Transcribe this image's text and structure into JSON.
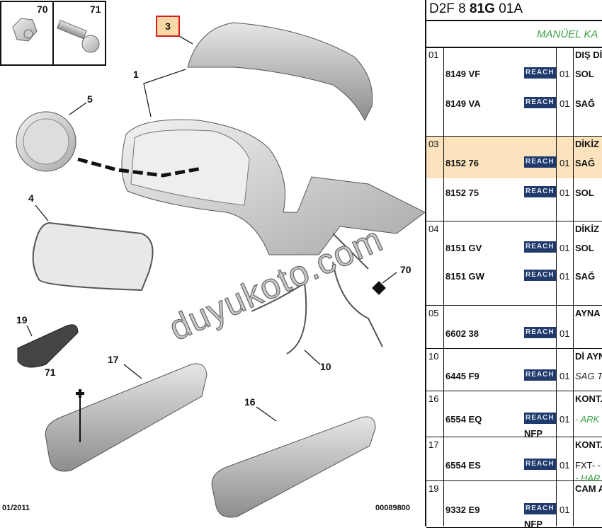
{
  "diagram": {
    "callouts": {
      "c70a": "70",
      "c71a": "71",
      "c3": "3",
      "c1": "1",
      "c5": "5",
      "c4": "4",
      "c19": "19",
      "c17": "17",
      "c71b": "71",
      "c16": "16",
      "c10": "10",
      "c70b": "70"
    },
    "footer_left": "01/2011",
    "footer_right": "00089800",
    "watermark": "duyukoto.com"
  },
  "panel": {
    "title_prefix": "D2F 8 ",
    "title_bold": "81G",
    "title_suffix": " 01A",
    "section": "MANÜEL KA",
    "reach_label": "REACH",
    "groups": [
      {
        "no": "01",
        "desc": "DIŞ Dİ",
        "lines": [
          {
            "part": "8149 VF",
            "qty": "01",
            "desc": "SOL"
          },
          {
            "part": "8149 VA",
            "qty": "01",
            "desc": "SAĞ"
          }
        ]
      },
      {
        "no": "03",
        "desc": "DİKİZ .",
        "highlight": true,
        "lines": [
          {
            "part": "8152 76",
            "qty": "01",
            "desc": "SAĞ"
          },
          {
            "part": "8152 75",
            "qty": "01",
            "desc": "SOL"
          }
        ]
      },
      {
        "no": "04",
        "desc": "DİKİZ .",
        "lines": [
          {
            "part": "8151 GV",
            "qty": "01",
            "desc": "SOL"
          },
          {
            "part": "8151 GW",
            "qty": "01",
            "desc": "SAĞ"
          }
        ]
      },
      {
        "no": "05",
        "desc": "AYNA",
        "lines": [
          {
            "part": "6602 38",
            "qty": "01",
            "desc": ""
          }
        ]
      },
      {
        "no": "10",
        "desc": "Dİ AYN",
        "lines": [
          {
            "part": "6445 F9",
            "qty": "01",
            "desc": "SAG T",
            "style": "it"
          }
        ]
      },
      {
        "no": "16",
        "desc": "KONT.",
        "lines": [
          {
            "part": "6554 EQ",
            "qty": "01",
            "desc": "- ARK",
            "style": "green"
          }
        ],
        "nfp": "NFP"
      },
      {
        "no": "17",
        "desc": "KONT.",
        "lines": [
          {
            "part": "6554 ES",
            "qty": "01",
            "desc": "FXT- -",
            "style": "plain"
          }
        ],
        "extra": "- HAR"
      },
      {
        "no": "19",
        "desc": "CAM A",
        "lines": [
          {
            "part": "9332 E9",
            "qty": "01",
            "desc": ""
          }
        ],
        "nfp": "NFP"
      }
    ]
  }
}
